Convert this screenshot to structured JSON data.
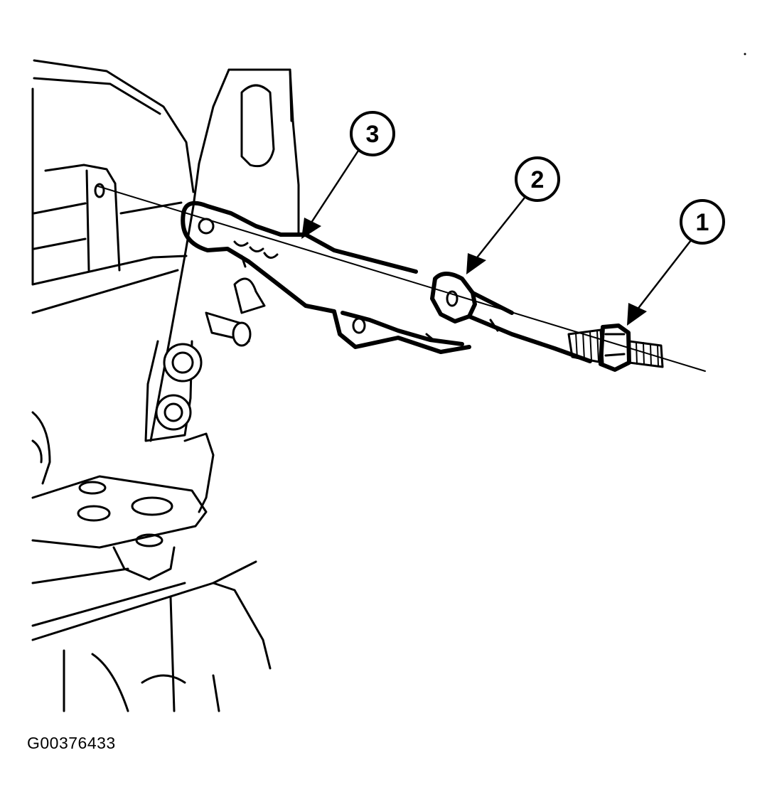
{
  "figure_id": "G00376433",
  "callouts": [
    {
      "label": "1",
      "part": "stud-bolt"
    },
    {
      "label": "2",
      "part": "washer"
    },
    {
      "label": "3",
      "part": "bracket"
    }
  ]
}
